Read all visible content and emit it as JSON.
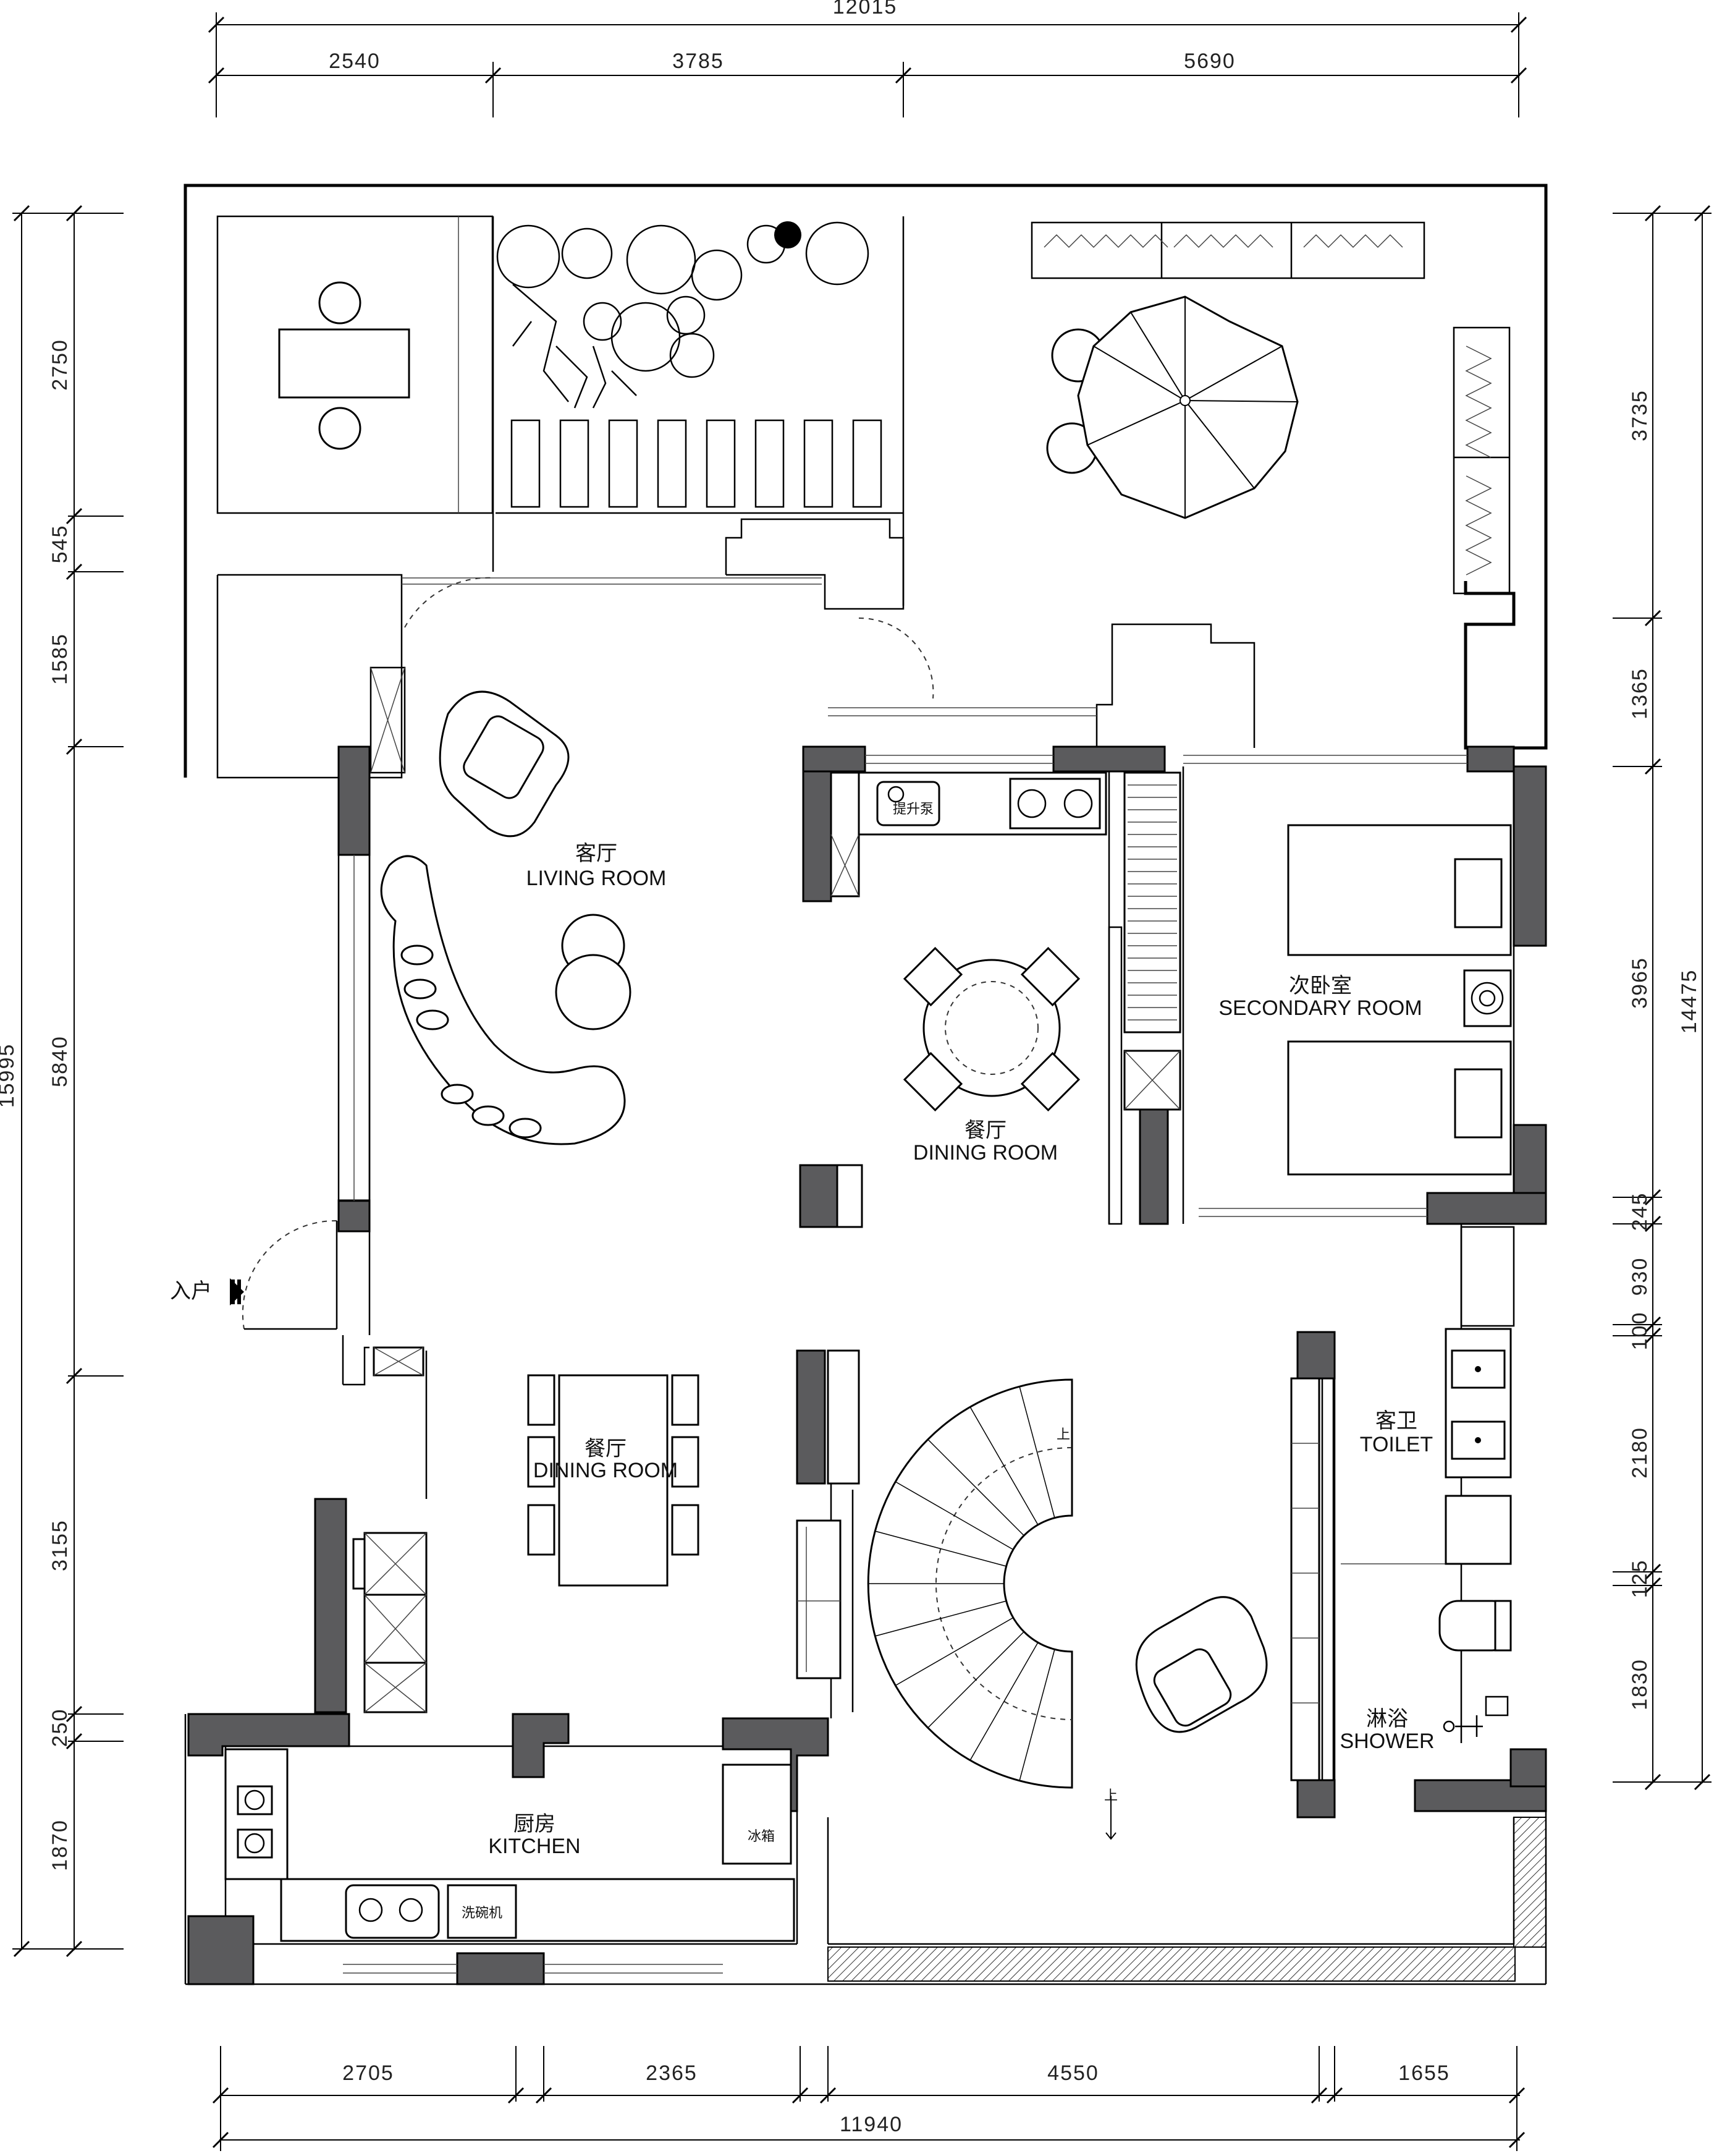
{
  "dimensions": {
    "top_total": "12015",
    "top_segments": [
      "2540",
      "3785",
      "5690"
    ],
    "bottom_segments": [
      "2705",
      "2365",
      "4550",
      "1655"
    ],
    "bottom_total": "11940",
    "left_total": "15995",
    "left_segments": [
      "2750",
      "545",
      "1585",
      "5840",
      "3155",
      "250",
      "1870"
    ],
    "right_total": "14475",
    "right_segments": [
      "3735",
      "1365",
      "3965",
      "245",
      "930",
      "100",
      "2180",
      "125",
      "1830"
    ]
  },
  "rooms": {
    "living_cn": "客厅",
    "living_en": "LIVING ROOM",
    "dining1_cn": "餐厅",
    "dining1_en": "DINING ROOM",
    "dining2_cn": "餐厅",
    "dining2_en": "DINING ROOM",
    "secondary_cn": "次卧室",
    "secondary_en": "SECONDARY ROOM",
    "toilet_cn": "客卫",
    "toilet_en": "TOILET",
    "shower_cn": "淋浴",
    "shower_en": "SHOWER",
    "kitchen_cn": "厨房",
    "kitchen_en": "KITCHEN"
  },
  "labels": {
    "entrance": "入户",
    "pump": "提升泵",
    "fridge": "冰箱",
    "dishwasher": "洗碗机",
    "stairs_up1": "上",
    "stairs_up2": "上"
  }
}
